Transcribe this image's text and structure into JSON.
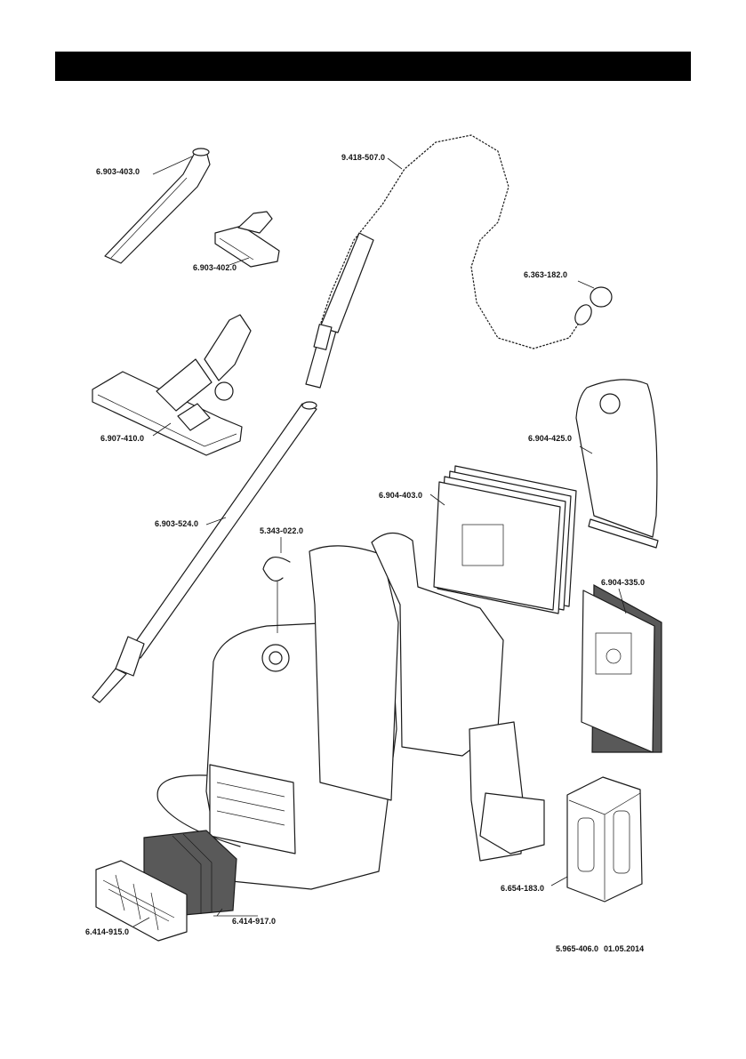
{
  "parts": [
    {
      "id": "crevice-nozzle",
      "number": "6.903-403.0"
    },
    {
      "id": "upholstery-nozzle",
      "number": "6.903-402.0"
    },
    {
      "id": "floor-nozzle",
      "number": "6.907-410.0"
    },
    {
      "id": "suction-tube",
      "number": "6.903-524.0"
    },
    {
      "id": "suction-hose",
      "number": "9.418-507.0"
    },
    {
      "id": "o-ring",
      "number": "6.363-182.0"
    },
    {
      "id": "cloth-filter-bag",
      "number": "6.904-425.0"
    },
    {
      "id": "paper-filter-bags",
      "number": "6.904-403.0"
    },
    {
      "id": "fleece-filter-bags",
      "number": "6.904-335.0"
    },
    {
      "id": "clip",
      "number": "5.343-022.0"
    },
    {
      "id": "filter-cassette",
      "number": "6.414-915.0"
    },
    {
      "id": "motor-filter",
      "number": "6.414-917.0"
    },
    {
      "id": "battery",
      "number": "6.654-183.0"
    }
  ],
  "footer": {
    "doc_number": "5.965-406.0",
    "date": "01.05.2014"
  }
}
